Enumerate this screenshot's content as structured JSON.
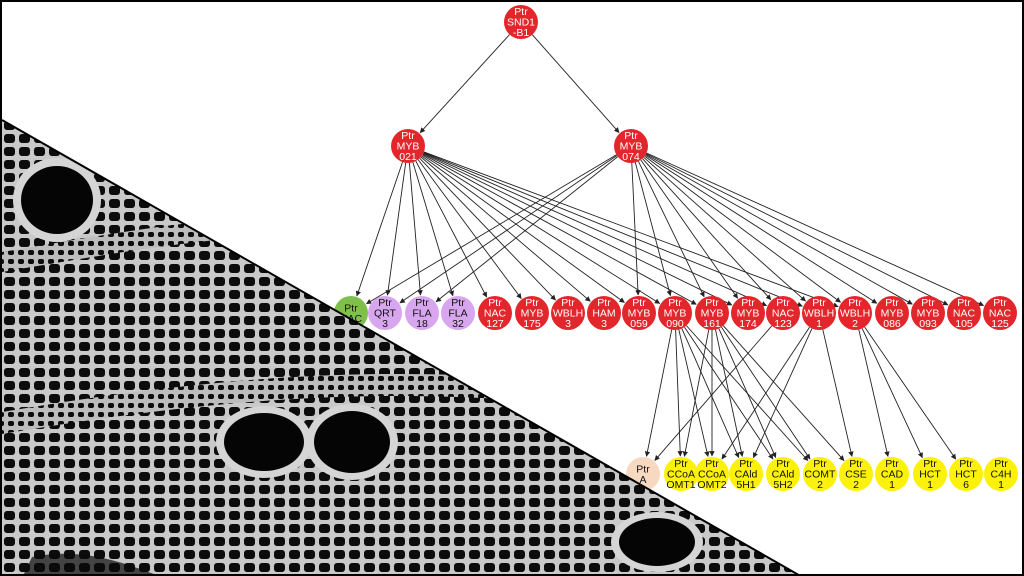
{
  "colors": {
    "red": "#e3262b",
    "purple": "#d7a6ee",
    "green": "#7fc04c",
    "yellow": "#fbf10a",
    "peach": "#f7d9c2",
    "edge": "#222222",
    "micrograph_bg": "#1e1e1e",
    "micrograph_cell": "#0c0c0c",
    "micrograph_wall": "#c9c9c9"
  },
  "nodes": [
    {
      "id": "SND1",
      "lines": [
        "Ptr",
        "SND1",
        "-B1"
      ],
      "color": "red"
    },
    {
      "id": "MYB021",
      "lines": [
        "Ptr",
        "MYB",
        "021"
      ],
      "color": "red"
    },
    {
      "id": "MYB074",
      "lines": [
        "Ptr",
        "MYB",
        "074"
      ],
      "color": "red"
    },
    {
      "id": "NAC_g",
      "lines": [
        "Ptr",
        "NAC"
      ],
      "color": "green"
    },
    {
      "id": "QRT3",
      "lines": [
        "Ptr",
        "QRT",
        "3"
      ],
      "color": "purple"
    },
    {
      "id": "FLA18",
      "lines": [
        "Ptr",
        "FLA",
        "18"
      ],
      "color": "purple"
    },
    {
      "id": "FLA32",
      "lines": [
        "Ptr",
        "FLA",
        "32"
      ],
      "color": "purple"
    },
    {
      "id": "NAC127",
      "lines": [
        "Ptr",
        "NAC",
        "127"
      ],
      "color": "red"
    },
    {
      "id": "MYB175",
      "lines": [
        "Ptr",
        "MYB",
        "175"
      ],
      "color": "red"
    },
    {
      "id": "WBLH3",
      "lines": [
        "Ptr",
        "WBLH",
        "3"
      ],
      "color": "red"
    },
    {
      "id": "HAM3",
      "lines": [
        "Ptr",
        "HAM",
        "3"
      ],
      "color": "red"
    },
    {
      "id": "MYB059",
      "lines": [
        "Ptr",
        "MYB",
        "059"
      ],
      "color": "red"
    },
    {
      "id": "MYB090",
      "lines": [
        "Ptr",
        "MYB",
        "090"
      ],
      "color": "red"
    },
    {
      "id": "MYB161",
      "lines": [
        "Ptr",
        "MYB",
        "161"
      ],
      "color": "red"
    },
    {
      "id": "MYB174",
      "lines": [
        "Ptr",
        "MYB",
        "174"
      ],
      "color": "red"
    },
    {
      "id": "NAC123",
      "lines": [
        "Ptr",
        "NAC",
        "123"
      ],
      "color": "red"
    },
    {
      "id": "WBLH1",
      "lines": [
        "Ptr",
        "WBLH",
        "1"
      ],
      "color": "red"
    },
    {
      "id": "WBLH2",
      "lines": [
        "Ptr",
        "WBLH",
        "2"
      ],
      "color": "red"
    },
    {
      "id": "MYB086",
      "lines": [
        "Ptr",
        "MYB",
        "086"
      ],
      "color": "red"
    },
    {
      "id": "MYB093",
      "lines": [
        "Ptr",
        "MYB",
        "093"
      ],
      "color": "red"
    },
    {
      "id": "NAC105",
      "lines": [
        "Ptr",
        "NAC",
        "105"
      ],
      "color": "red"
    },
    {
      "id": "NAC125",
      "lines": [
        "Ptr",
        "NAC",
        "125"
      ],
      "color": "red"
    },
    {
      "id": "A_p",
      "lines": [
        "Ptr",
        "A"
      ],
      "color": "peach"
    },
    {
      "id": "CCoAOMT1",
      "lines": [
        "Ptr",
        "CCoA",
        "OMT1"
      ],
      "color": "yellow"
    },
    {
      "id": "CCoAOMT2",
      "lines": [
        "Ptr",
        "CCoA",
        "OMT2"
      ],
      "color": "yellow"
    },
    {
      "id": "CAld5H1",
      "lines": [
        "Ptr",
        "CAld",
        "5H1"
      ],
      "color": "yellow"
    },
    {
      "id": "CAld5H2",
      "lines": [
        "Ptr",
        "CAld",
        "5H2"
      ],
      "color": "yellow"
    },
    {
      "id": "COMT2",
      "lines": [
        "Ptr",
        "COMT",
        "2"
      ],
      "color": "yellow"
    },
    {
      "id": "CSE2",
      "lines": [
        "Ptr",
        "CSE",
        "2"
      ],
      "color": "yellow"
    },
    {
      "id": "CAD1",
      "lines": [
        "Ptr",
        "CAD",
        "1"
      ],
      "color": "yellow"
    },
    {
      "id": "HCT1",
      "lines": [
        "Ptr",
        "HCT",
        "1"
      ],
      "color": "yellow"
    },
    {
      "id": "HCT6",
      "lines": [
        "Ptr",
        "HCT",
        "6"
      ],
      "color": "yellow"
    },
    {
      "id": "C4H1",
      "lines": [
        "Ptr",
        "C4H",
        "1"
      ],
      "color": "yellow"
    }
  ],
  "edges": [
    [
      "SND1",
      "MYB021"
    ],
    [
      "SND1",
      "MYB074"
    ],
    [
      "MYB021",
      "NAC_g"
    ],
    [
      "MYB021",
      "QRT3"
    ],
    [
      "MYB021",
      "FLA18"
    ],
    [
      "MYB021",
      "FLA32"
    ],
    [
      "MYB021",
      "NAC127"
    ],
    [
      "MYB021",
      "MYB175"
    ],
    [
      "MYB021",
      "WBLH3"
    ],
    [
      "MYB021",
      "HAM3"
    ],
    [
      "MYB021",
      "MYB059"
    ],
    [
      "MYB021",
      "MYB090"
    ],
    [
      "MYB021",
      "MYB161"
    ],
    [
      "MYB021",
      "MYB174"
    ],
    [
      "MYB021",
      "NAC123"
    ],
    [
      "MYB021",
      "WBLH1"
    ],
    [
      "MYB021",
      "WBLH2"
    ],
    [
      "MYB074",
      "NAC_g"
    ],
    [
      "MYB074",
      "QRT3"
    ],
    [
      "MYB074",
      "FLA18"
    ],
    [
      "MYB074",
      "MYB059"
    ],
    [
      "MYB074",
      "MYB090"
    ],
    [
      "MYB074",
      "MYB161"
    ],
    [
      "MYB074",
      "MYB174"
    ],
    [
      "MYB074",
      "NAC123"
    ],
    [
      "MYB074",
      "WBLH1"
    ],
    [
      "MYB074",
      "WBLH2"
    ],
    [
      "MYB074",
      "MYB086"
    ],
    [
      "MYB074",
      "MYB093"
    ],
    [
      "MYB074",
      "NAC105"
    ],
    [
      "MYB074",
      "NAC125"
    ],
    [
      "MYB090",
      "A_p"
    ],
    [
      "MYB090",
      "CCoAOMT1"
    ],
    [
      "MYB090",
      "CCoAOMT2"
    ],
    [
      "MYB090",
      "CAld5H1"
    ],
    [
      "MYB090",
      "CAld5H2"
    ],
    [
      "MYB090",
      "COMT2"
    ],
    [
      "MYB161",
      "CCoAOMT1"
    ],
    [
      "MYB161",
      "CCoAOMT2"
    ],
    [
      "MYB161",
      "CAld5H1"
    ],
    [
      "MYB161",
      "CAld5H2"
    ],
    [
      "MYB161",
      "COMT2"
    ],
    [
      "MYB161",
      "CSE2"
    ],
    [
      "WBLH1",
      "CCoAOMT2"
    ],
    [
      "WBLH1",
      "CAld5H1"
    ],
    [
      "WBLH1",
      "CSE2"
    ],
    [
      "WBLH2",
      "CAD1"
    ],
    [
      "WBLH2",
      "HCT1"
    ],
    [
      "WBLH2",
      "HCT6"
    ],
    [
      "NAC123",
      "A_p"
    ]
  ]
}
